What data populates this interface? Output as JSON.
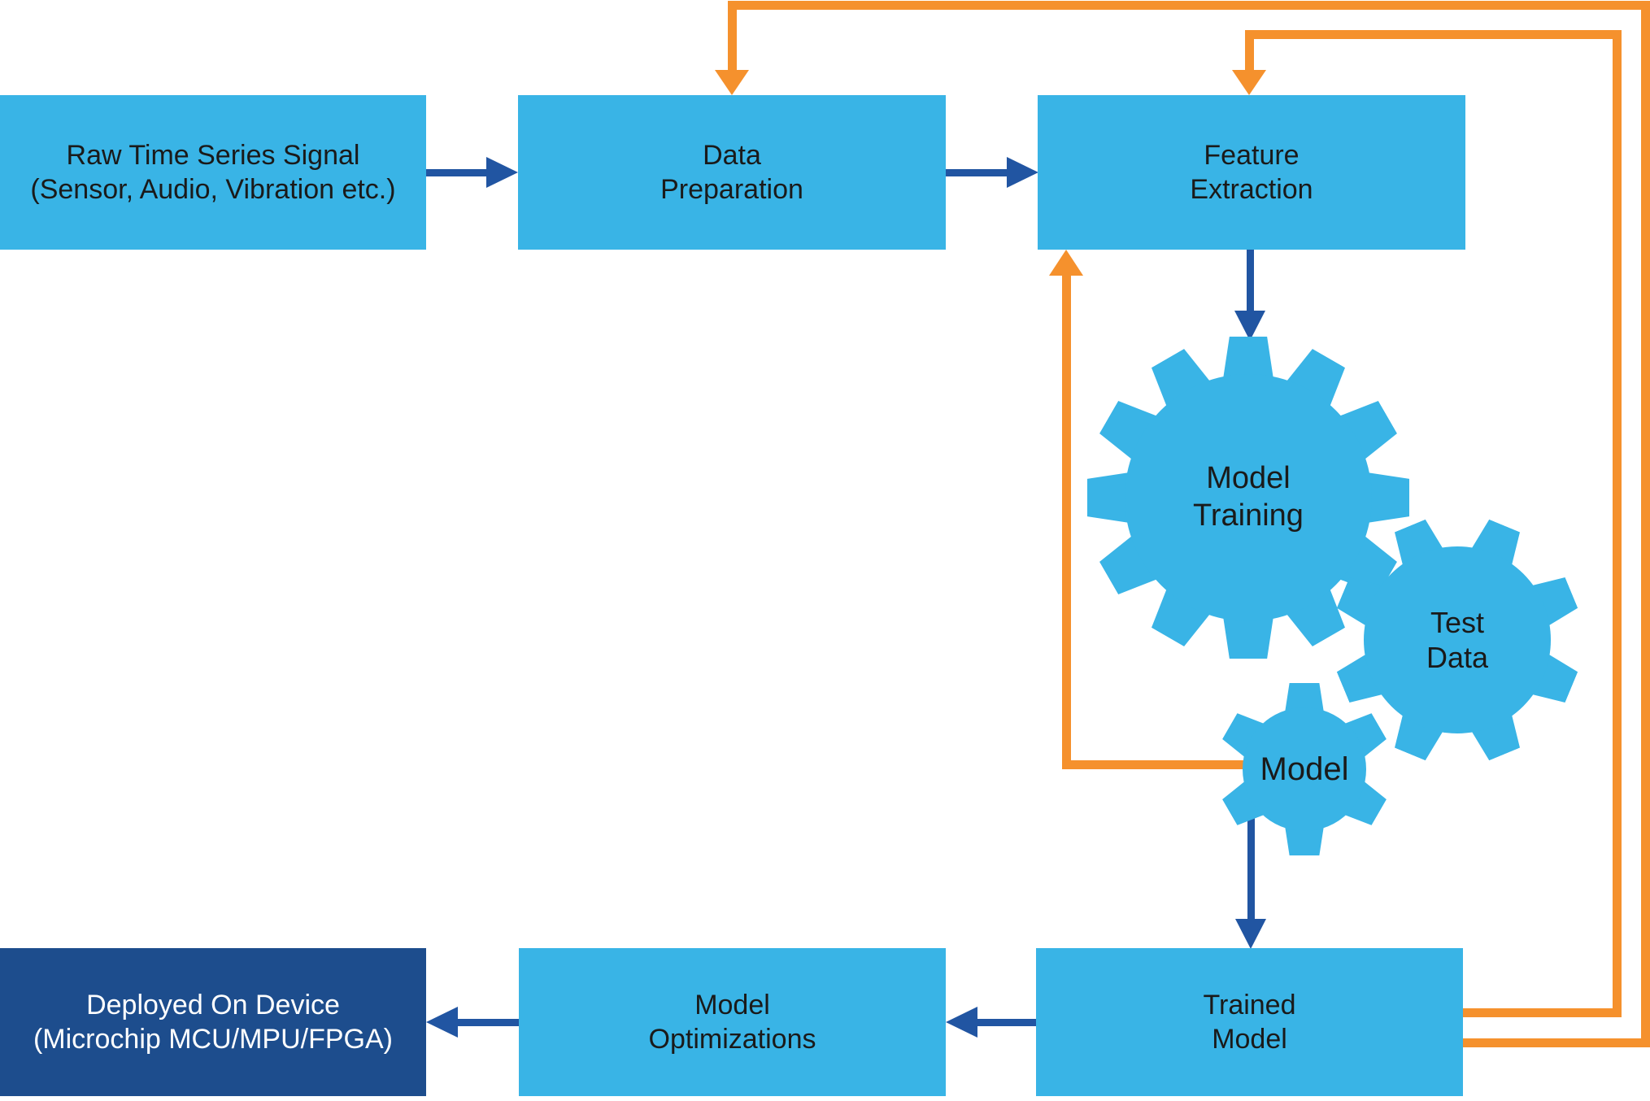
{
  "diagram": {
    "boxes": {
      "raw": {
        "label": "Raw Time Series Signal\n(Sensor, Audio, Vibration etc.)"
      },
      "prep": {
        "label": "Data\nPreparation"
      },
      "feature": {
        "label": "Feature\nExtraction"
      },
      "trained": {
        "label": "Trained\nModel"
      },
      "opt": {
        "label": "Model\nOptimizations"
      },
      "deployed": {
        "label": "Deployed On Device\n(Microchip MCU/MPU/FPGA)"
      }
    },
    "gears": {
      "training": {
        "label": "Model\nTraining"
      },
      "test": {
        "label": "Test\nData"
      },
      "model": {
        "label": "Model"
      }
    },
    "colors": {
      "box_blue": "#39b4e6",
      "box_navy": "#1d4d8d",
      "arrow_blue": "#2155a2",
      "feedback_orange": "#f5912d",
      "text_dark": "#1a1a1a",
      "text_light": "#ffffff"
    }
  }
}
